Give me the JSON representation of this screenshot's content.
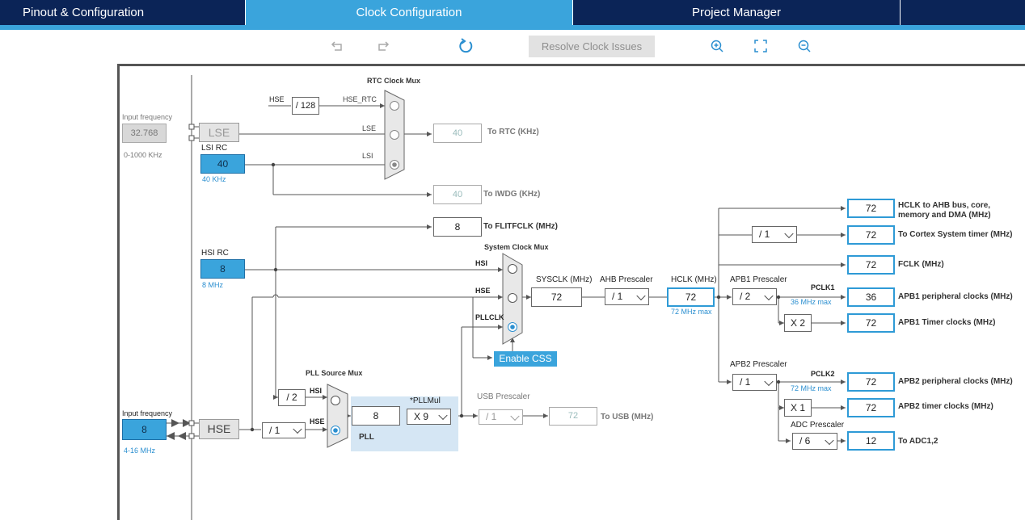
{
  "tabs": [
    {
      "label": "Pinout & Configuration"
    },
    {
      "label": "Clock Configuration"
    },
    {
      "label": "Project Manager"
    }
  ],
  "toolbar": {
    "undo_icon": "undo-icon",
    "redo_icon": "redo-icon",
    "refresh_icon": "refresh-icon",
    "resolve_label": "Resolve Clock Issues",
    "zoom_in_icon": "zoom-in-icon",
    "fit_icon": "fit-screen-icon",
    "zoom_out_icon": "zoom-out-icon"
  },
  "lse": {
    "input_label": "Input frequency",
    "value": "32.768",
    "range": "0-1000 KHz",
    "name": "LSE"
  },
  "lsi": {
    "label": "LSI RC",
    "value": "40",
    "unit": "40 KHz"
  },
  "rtc": {
    "mux_label": "RTC Clock Mux",
    "hse_label": "HSE",
    "div": "/ 128",
    "hse_rtc": "HSE_RTC",
    "lse": "LSE",
    "lsi": "LSI",
    "value": "40",
    "out_label": "To RTC (KHz)"
  },
  "iwdg": {
    "value": "40",
    "label": "To IWDG (KHz)"
  },
  "flit": {
    "value": "8",
    "label": "To FLITFCLK (MHz)"
  },
  "hsi": {
    "label": "HSI RC",
    "value": "8",
    "unit": "8 MHz"
  },
  "sysmux": {
    "label": "System Clock Mux",
    "hsi": "HSI",
    "hse": "HSE",
    "pllclk": "PLLCLK",
    "enable_css": "Enable CSS"
  },
  "sysclk": {
    "label": "SYSCLK (MHz)",
    "value": "72"
  },
  "ahb": {
    "label": "AHB Prescaler",
    "value": "/ 1"
  },
  "hclk": {
    "label": "HCLK (MHz)",
    "value": "72",
    "max": "72 MHz max"
  },
  "outputs": {
    "hclk_ahb": {
      "value": "72",
      "label": "HCLK to AHB bus, core, memory and DMA (MHz)"
    },
    "cortex_div": "/ 1",
    "cortex": {
      "value": "72",
      "label": "To Cortex System timer (MHz)"
    },
    "fclk": {
      "value": "72",
      "label": "FCLK (MHz)"
    },
    "apb1_label": "APB1 Prescaler",
    "apb1_div": "/ 2",
    "pclk1": "PCLK1",
    "pclk1_max": "36 MHz max",
    "apb1_periph": {
      "value": "36",
      "label": "APB1 peripheral clocks (MHz)"
    },
    "apb1_mult": "X 2",
    "apb1_timer": {
      "value": "72",
      "label": "APB1 Timer clocks (MHz)"
    },
    "apb2_label": "APB2 Prescaler",
    "apb2_div": "/ 1",
    "pclk2": "PCLK2",
    "pclk2_max": "72 MHz max",
    "apb2_periph": {
      "value": "72",
      "label": "APB2 peripheral clocks (MHz)"
    },
    "apb2_mult": "X 1",
    "apb2_timer": {
      "value": "72",
      "label": "APB2 timer clocks (MHz)"
    },
    "adc_label": "ADC Prescaler",
    "adc_div": "/ 6",
    "adc": {
      "value": "12",
      "label": "To ADC1,2"
    }
  },
  "pll": {
    "src_label": "PLL Source Mux",
    "div2": "/ 2",
    "hsi": "HSI",
    "hse": "HSE",
    "value": "8",
    "mul_label": "*PLLMul",
    "mul": "X 9",
    "name": "PLL"
  },
  "usb": {
    "label": "USB Prescaler",
    "div": "/ 1",
    "value": "72",
    "out_label": "To USB (MHz)"
  },
  "hse": {
    "input_label": "Input frequency",
    "value": "8",
    "range": "4-16 MHz",
    "name": "HSE",
    "div": "/ 1"
  }
}
